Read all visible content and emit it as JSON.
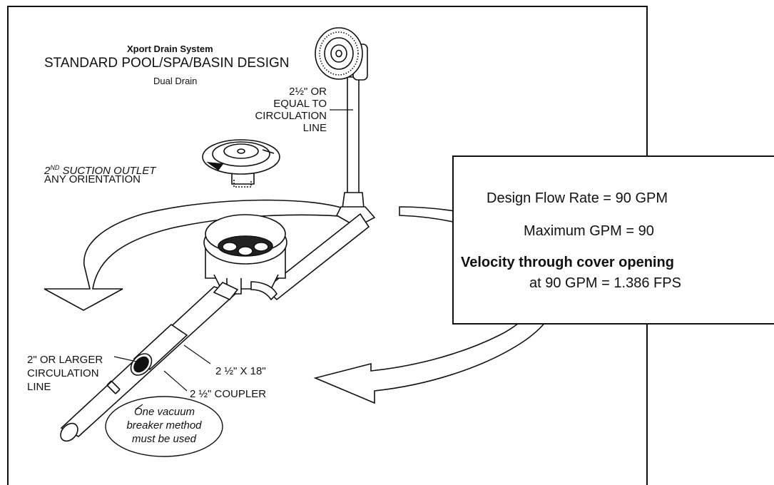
{
  "titles": {
    "system": "Xport Drain System",
    "design": "STANDARD POOL/SPA/BASIN DESIGN",
    "sub": "Dual Drain"
  },
  "labels": {
    "circ_equal": [
      "2½\" OR",
      "EQUAL TO",
      "CIRCULATION",
      "LINE"
    ],
    "suction_ordinal_num": "2",
    "suction_ordinal_sup": "ND",
    "suction_rest": "SUCTION OUTLET",
    "any_orientation": "ANY ORIENTATION",
    "larger_line": [
      "2\" OR LARGER",
      "CIRCULATION",
      "LINE"
    ],
    "pipe_size": "2 ½\" X 18\"",
    "coupler": "2 ½\" COUPLER",
    "vacuum_note": [
      "One vacuum",
      "breaker method",
      "must be used"
    ]
  },
  "info": {
    "flow_label": "Design Flow Rate",
    "flow_value": "90 GPM",
    "max_label": "Maximum GPM",
    "max_value": "90",
    "velocity_heading": "Velocity through cover opening",
    "velocity_label": "at 90 GPM",
    "velocity_value": "1.386 FPS",
    "eq": "="
  }
}
